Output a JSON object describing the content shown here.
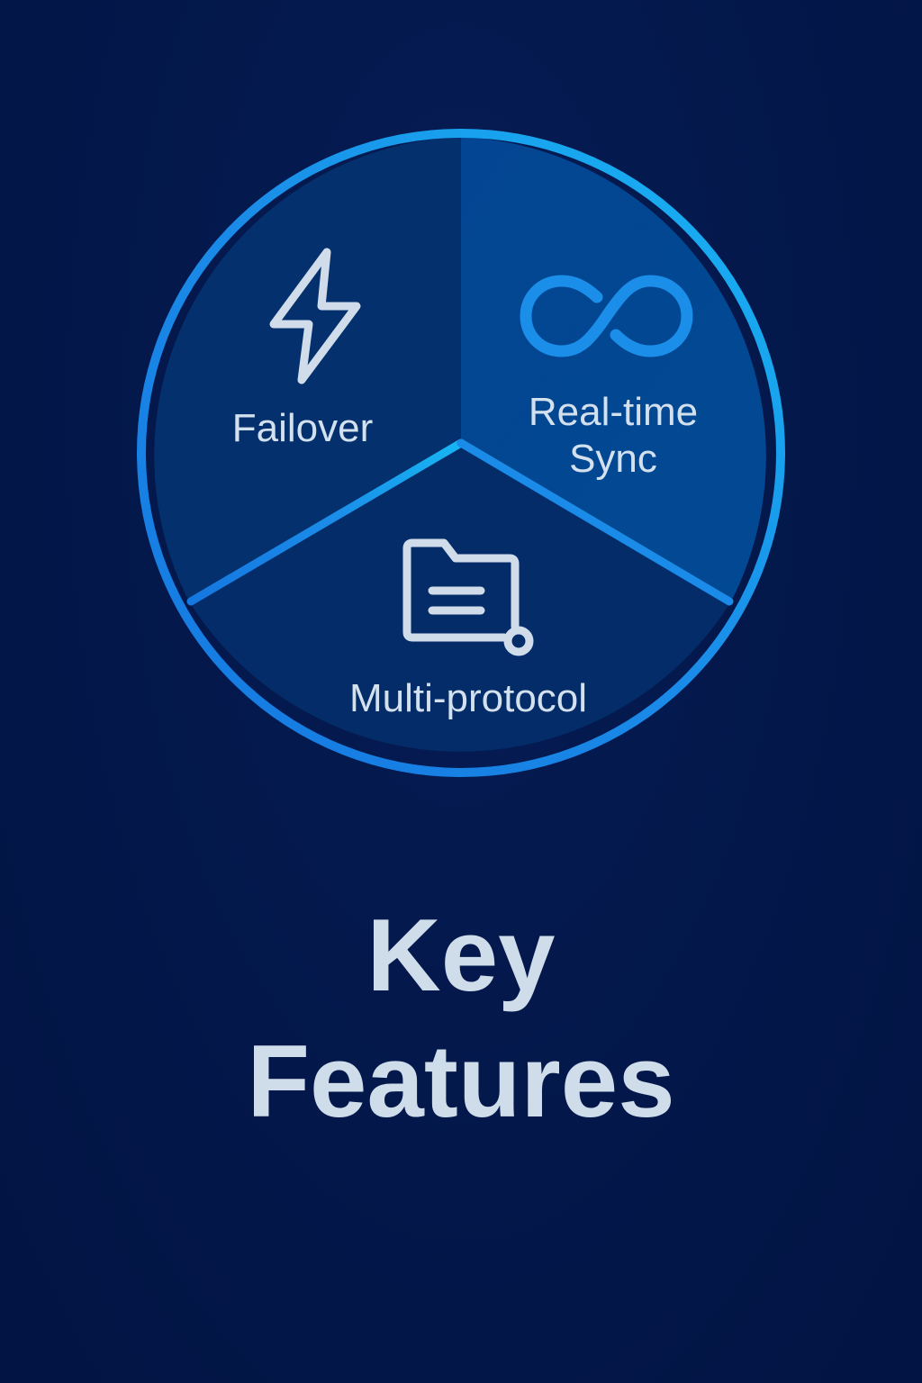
{
  "diagram": {
    "type": "three-segment feature wheel",
    "segments": [
      {
        "label": "Failover",
        "icon": "lightning-bolt-icon",
        "fill": "#04316f"
      },
      {
        "label_line1": "Real-time",
        "label_line2": "Sync",
        "icon": "infinity-icon",
        "fill": "#024793"
      },
      {
        "label": "Multi-protocol",
        "icon": "folder-document-icon",
        "fill": "#042d6a"
      }
    ]
  },
  "title": {
    "line1": "Key",
    "line2": "Features"
  },
  "colors": {
    "background": "#03164a",
    "ring_stroke": "#1a8be6",
    "ring_stroke_light": "#18b2f2",
    "text": "#d3e0ee",
    "infinity_icon": "#1a8ee8"
  }
}
